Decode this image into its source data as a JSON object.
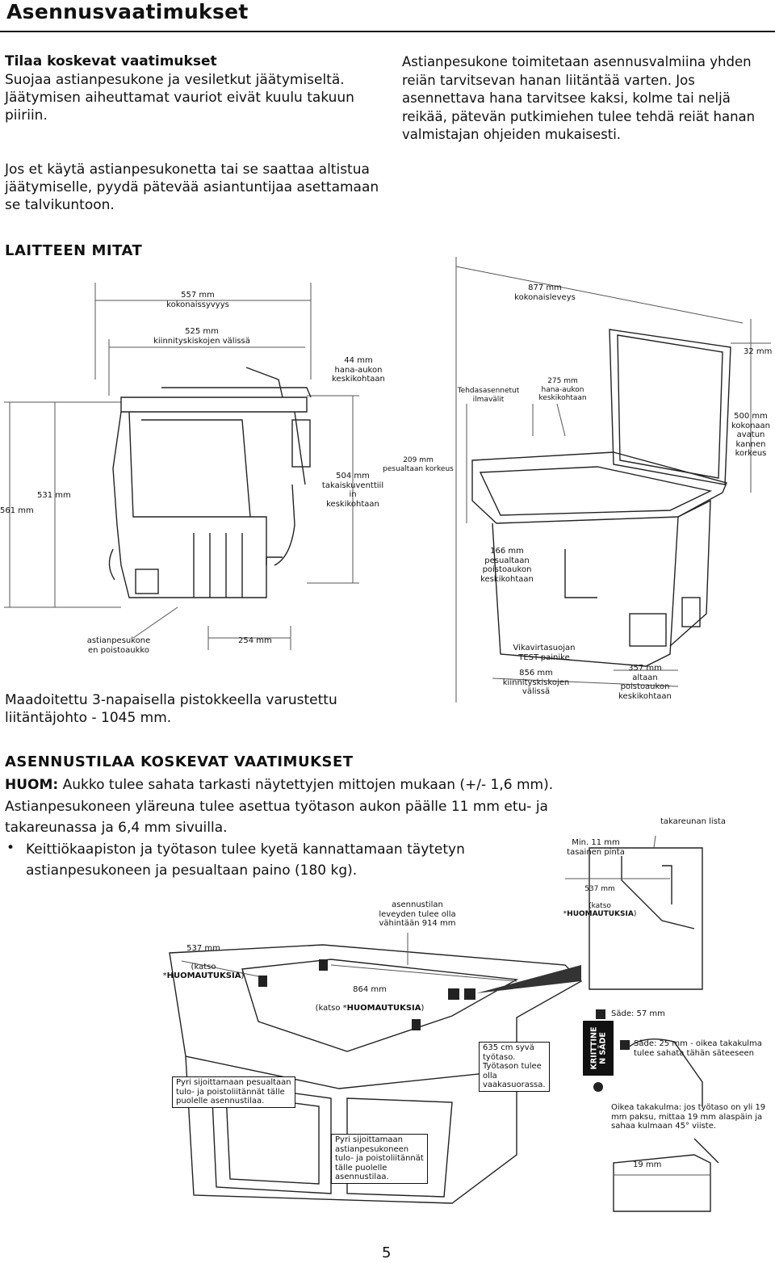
{
  "page": {
    "title": "Asennusvaatimukset",
    "page_number": "5"
  },
  "freezing": {
    "heading": "Tilaa koskevat vaatimukset",
    "para1": "Suojaa astianpesukone ja vesiletkut jäätymiseltä. Jäätymisen aiheuttamat vauriot eivät kuulu takuun piiriin.",
    "para2": "Jos et käytä astianpesukonetta tai se saattaa altistua jäätymiselle, pyydä pätevää asiantuntijaa asettamaan se talvikuntoon.",
    "faucet": "Astianpesukone toimitetaan asennusvalmiina yhden reiän tarvitsevan hanan liitäntää varten. Jos asennettava hana tarvitsee kaksi, kolme tai neljä reikää, pätevän putkimiehen tulee tehdä reiät hanan valmistajan ohjeiden mukaisesti."
  },
  "dimensions": {
    "heading": "LAITTEEN MITAT",
    "side": {
      "depth_total": "557 mm\nkokonaissyvyys",
      "rails": "525 mm\nkiinnityskiskojen välissä",
      "faucet_center": "44 mm\nhana-aukon\nkeskikohtaan",
      "height_left": "561 mm",
      "height_inner": "531 mm",
      "check_valve": "504 mm\ntakaiskuventtiil\nin\nkeskikohtaan",
      "drain_label": "astianpesukone\nen poistoaukko",
      "drain_dim": "254 mm"
    },
    "front": {
      "width_total": "877 mm\nkokonaisleveys",
      "lid_depth": "32 mm",
      "vents": "Tehdasasennetut\nilmavälit",
      "faucet_center": "275 mm\nhana-aukon\nkeskikohtaan",
      "lid_height": "500 mm\nkokonaan\navatun\nkannen\nkorkeus",
      "sink_height": "209 mm\npesualtaan korkeus",
      "sink_drain": "166 mm\npesualtaan\npoistoaukon\nkeskikohtaan",
      "gfci": "Vikavirtasuojan\nTEST-painike",
      "rails": "856 mm\nkiinnityskiskojen\nvälissä",
      "basin_drain": "357 mm\naltaan\npoistoaukon\nkeskikohtaan"
    },
    "cord": "Maadoitettu 3-napaisella pistokkeella varustettu liitäntäjohto - 1045 mm."
  },
  "install": {
    "heading": "ASENNUSTILAA KOSKEVAT VAATIMUKSET",
    "note_label": "HUOM:",
    "note_text": " Aukko tulee sahata tarkasti näytettyjen mittojen mukaan (+/- 1,6 mm). Astianpesukoneen yläreuna tulee asettua työtason aukon päälle 11 mm etu- ja takareunassa ja 6,4 mm sivuilla.",
    "bullet": "Keittiökaapiston ja työtason tulee kyetä kannattamaan täytetyn astianpesukoneen ja pesualtaan paino (180 kg).",
    "cabinet": {
      "space_width": "asennustilan\nleveyden tulee olla\nvähintään 914 mm",
      "depth_left_val": "537 mm",
      "depth_left_note_a": "(katso *",
      "depth_left_note_b": "HUOMAUTUKSIA",
      "depth_left_note_c": ")",
      "width_val": "864 mm",
      "width_note_a": "(katso *",
      "width_note_b": "HUOMAUTUKSIA",
      "width_note_c": ")",
      "left_side": "Pyri sijoittamaan pesualtaan\ntulo- ja poistoliitännät tälle\npuolelle asennustilaa.",
      "right_side": "Pyri sijoittamaan\nastianpesukoneen\ntulo- ja poistoliitännät\ntälle puolelle\nasennustilaa.",
      "counter_depth": "635 cm syvä\ntyötaso.\nTyötason tulee\nolla\nvaakasuorassa."
    },
    "detail": {
      "back_strip": "takareunan lista",
      "min_flat": "Min. 11 mm\ntasainen pinta",
      "depth_val": "537 mm",
      "depth_note_a": "(katso *",
      "depth_note_b": "HUOMAUTUKSIA",
      "depth_note_c": ")",
      "critical": "KRIITTINE\nN SÄDE",
      "radius57": "Säde: 57 mm",
      "radius25": "Säde: 25 mm - oikea takakulma\ntulee sahata tähän säteeseen",
      "corner": "Oikea takakulma: jos työtaso on yli 19\nmm paksu, mittaa 19 mm alaspäin ja\nsahaa kulmaan 45° viiste.",
      "dim19": "19 mm"
    }
  }
}
